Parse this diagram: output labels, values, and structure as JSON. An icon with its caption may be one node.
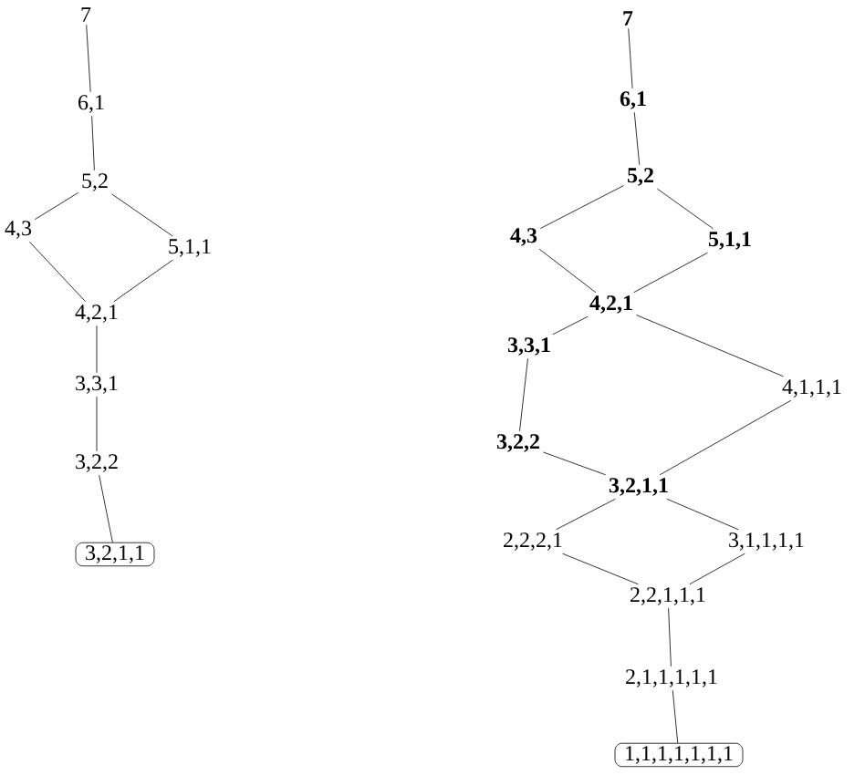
{
  "diagram": {
    "nodes": [
      {
        "text": [
          "7"
        ]
      },
      {
        "text": [
          "6,1"
        ]
      },
      {
        "text": [
          "5,2"
        ]
      },
      {
        "text": [
          "4,3"
        ]
      },
      {
        "text": [
          "5,1,1"
        ]
      },
      {
        "text": [
          "4,2,1"
        ]
      },
      {
        "text": [
          "3,3,1"
        ]
      },
      {
        "text": [
          "3,2,2"
        ]
      },
      {
        "text": [
          "3,2,1,1"
        ]
      },
      {
        "text": [
          "7"
        ]
      },
      {
        "text": [
          "6,1"
        ]
      },
      {
        "text": [
          "5,2"
        ]
      },
      {
        "text": [
          "4,3"
        ]
      },
      {
        "text": [
          "5,1,1"
        ]
      },
      {
        "text": [
          "4,2,1"
        ]
      },
      {
        "text": [
          "3,3,1"
        ]
      },
      {
        "text": [
          "4,1,1,1"
        ]
      },
      {
        "text": [
          "3,2,2"
        ]
      },
      {
        "text": [
          "3,2,1,1"
        ]
      },
      {
        "text": [
          "2,2,2,1"
        ]
      },
      {
        "text": [
          "3,1,1,1,1"
        ]
      },
      {
        "text": [
          "2,2,1,1,1"
        ]
      },
      {
        "text": [
          "2,1,1,1,1,1"
        ]
      },
      {
        "text": [
          "1,1,1,1,1,1,1"
        ]
      }
    ],
    "edges": [
      {
        "from": 0,
        "to": 1,
        "arrow": "none"
      },
      {
        "from": 1,
        "to": 2,
        "arrow": "none"
      },
      {
        "from": 2,
        "to": 3,
        "arrow": "none"
      },
      {
        "from": 2,
        "to": 4,
        "arrow": "none"
      },
      {
        "from": 3,
        "to": 5,
        "arrow": "none"
      },
      {
        "from": 4,
        "to": 5,
        "arrow": "none"
      },
      {
        "from": 5,
        "to": 6,
        "arrow": "none"
      },
      {
        "from": 6,
        "to": 7,
        "arrow": "none"
      },
      {
        "from": 7,
        "to": 8,
        "arrow": "none"
      },
      {
        "from": 9,
        "to": 10,
        "arrow": "none"
      },
      {
        "from": 10,
        "to": 11,
        "arrow": "none"
      },
      {
        "from": 11,
        "to": 12,
        "arrow": "none"
      },
      {
        "from": 11,
        "to": 13,
        "arrow": "none"
      },
      {
        "from": 12,
        "to": 14,
        "arrow": "none"
      },
      {
        "from": 13,
        "to": 14,
        "arrow": "none"
      },
      {
        "from": 14,
        "to": 15,
        "arrow": "none"
      },
      {
        "from": 14,
        "to": 16,
        "arrow": "none"
      },
      {
        "from": 15,
        "to": 17,
        "arrow": "none"
      },
      {
        "from": 16,
        "to": 18,
        "arrow": "none"
      },
      {
        "from": 17,
        "to": 18,
        "arrow": "none"
      },
      {
        "from": 18,
        "to": 19,
        "arrow": "none"
      },
      {
        "from": 18,
        "to": 20,
        "arrow": "none"
      },
      {
        "from": 19,
        "to": 21,
        "arrow": "none"
      },
      {
        "from": 20,
        "to": 21,
        "arrow": "none"
      },
      {
        "from": 21,
        "to": 22,
        "arrow": "none"
      },
      {
        "from": 22,
        "to": 23,
        "arrow": "none"
      }
    ]
  }
}
